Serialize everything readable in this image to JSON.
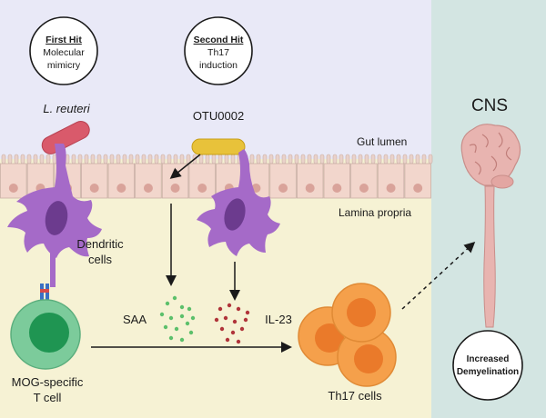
{
  "hits": {
    "first": {
      "title": "First Hit",
      "line1": "Molecular",
      "line2": "mimicry"
    },
    "second": {
      "title": "Second Hit",
      "line1": "Th17",
      "line2": "induction"
    }
  },
  "labels": {
    "l_reuteri": "L. reuteri",
    "otu": "OTU0002",
    "gut_lumen": "Gut lumen",
    "lamina_propria": "Lamina propria",
    "dendritic_line1": "Dendritic",
    "dendritic_line2": "cells",
    "saa": "SAA",
    "il23": "IL-23",
    "mog_line1": "MOG-specific",
    "mog_line2": "T cell",
    "th17": "Th17 cells",
    "cns": "CNS",
    "outcome_line1": "Increased",
    "outcome_line2": "Demyelination"
  },
  "colors": {
    "lumen_bg": "#e9e9f7",
    "lamina_bg": "#f6f2d4",
    "cns_panel": "#d3e5e2",
    "epithelium": "#f2d6cc",
    "nucleus": "#d9a39a",
    "dendritic": "#a56ac8",
    "dendritic_nucleus": "#6c3b8e",
    "bacterium_red": "#d95a6b",
    "bacterium_yellow": "#e8c23a",
    "t_cell": "#7ccb9b",
    "t_cell_nucleus": "#1f9552",
    "th17": "#f5a04b",
    "th17_nucleus": "#ea7a2a",
    "saa_dots": "#5cc06b",
    "il23_dots": "#b0343a",
    "brain": "#e8b4b0"
  }
}
